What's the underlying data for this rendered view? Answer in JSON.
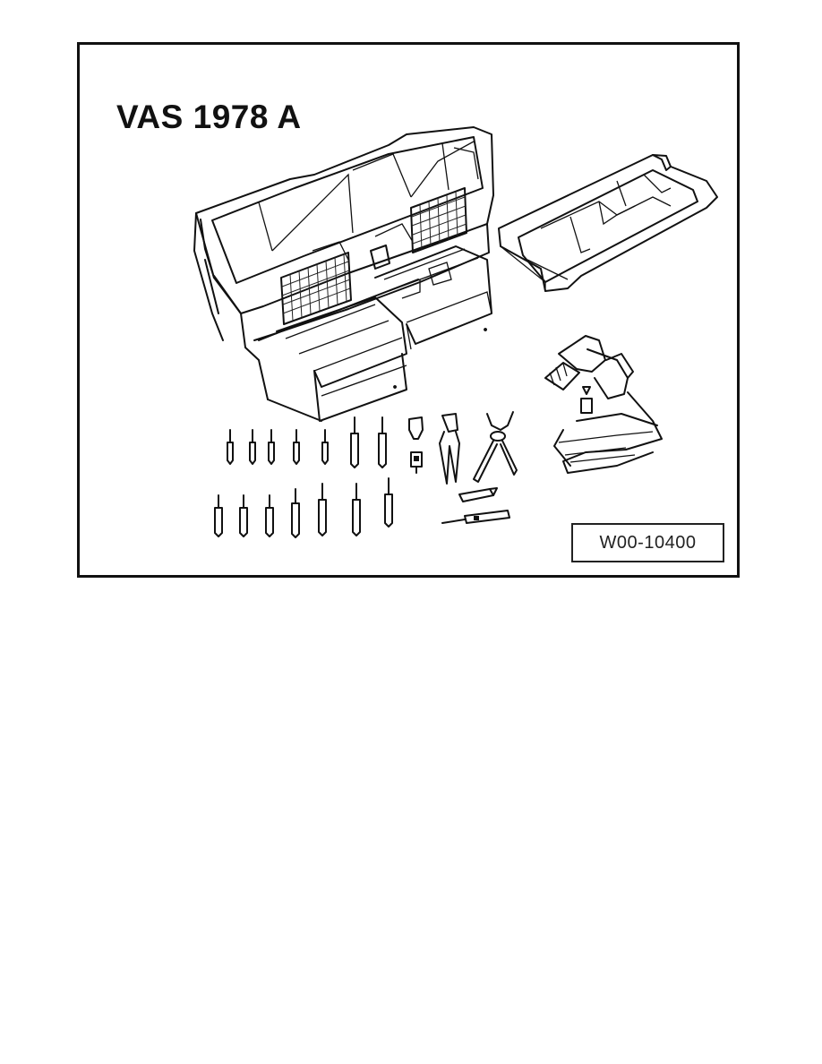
{
  "figure": {
    "title": "VAS 1978 A",
    "code": "W00-10400",
    "parts": [
      {
        "name": "tool-case-with-drawers",
        "icon": "toolbox-icon"
      },
      {
        "name": "insert-tray",
        "icon": "tray-icon"
      },
      {
        "name": "hot-air-blower",
        "icon": "heat-gun-icon"
      },
      {
        "name": "release-tools",
        "icon": "release-tool-icon",
        "count": 14
      },
      {
        "name": "crimping-pliers",
        "icon": "pliers-icon"
      },
      {
        "name": "wire-stripper",
        "icon": "stripper-icon"
      },
      {
        "name": "connector-adapter",
        "icon": "adapter-icon"
      },
      {
        "name": "cable-cutter",
        "icon": "cutter-icon"
      },
      {
        "name": "test-probe",
        "icon": "probe-icon"
      }
    ],
    "colors": {
      "line": "#111111",
      "background": "#ffffff"
    }
  }
}
